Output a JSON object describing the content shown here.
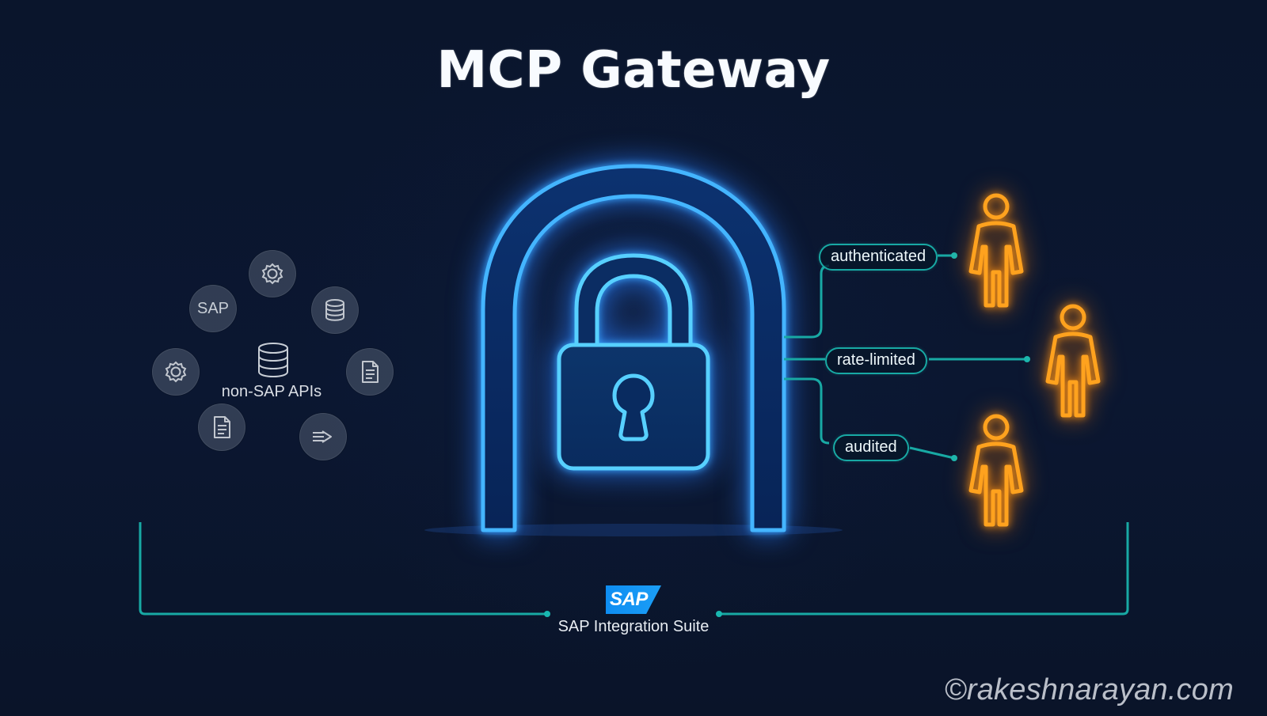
{
  "title": "MCP Gateway",
  "left_cluster": {
    "label": "non-SAP APIs",
    "icons": [
      "gear-icon",
      "sap-badge-icon",
      "database-icon",
      "gear-icon",
      "database-icon",
      "document-icon",
      "document-icon",
      "transfer-arrow-icon"
    ],
    "sap_badge_text": "SAP"
  },
  "gateway": {
    "tags": [
      "authenticated",
      "rate-limited",
      "audited"
    ]
  },
  "bottom": {
    "logo_text": "SAP",
    "label": "SAP Integration Suite"
  },
  "watermark": "©rakeshnarayan.com",
  "colors": {
    "background": "#0b1630",
    "gateway_blue": "#37a7ff",
    "connector_teal": "#18a9a4",
    "person_orange": "#ffa21e",
    "icon_gray": "#838b98",
    "sap_blue": "#0e8df2"
  }
}
